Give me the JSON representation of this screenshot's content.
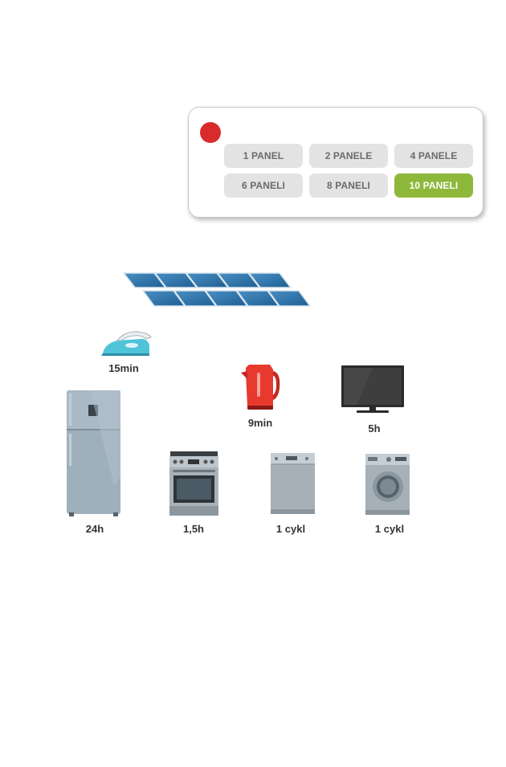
{
  "selector": {
    "buttons": [
      {
        "label": "1 PANEL",
        "active": false
      },
      {
        "label": "2 PANELE",
        "active": false
      },
      {
        "label": "4 PANELE",
        "active": false
      },
      {
        "label": "6 PANELI",
        "active": false
      },
      {
        "label": "8 PANELI",
        "active": false
      },
      {
        "label": "10 PANELI",
        "active": true
      }
    ],
    "indicator_color": "#d92b2b",
    "active_color": "#8db83a"
  },
  "appliances": {
    "iron": {
      "icon": "iron-icon",
      "label": "15min"
    },
    "kettle": {
      "icon": "kettle-icon",
      "label": "9min"
    },
    "tv": {
      "icon": "tv-icon",
      "label": "5h"
    },
    "fridge": {
      "icon": "fridge-icon",
      "label": "24h"
    },
    "oven": {
      "icon": "oven-icon",
      "label": "1,5h"
    },
    "dishwasher": {
      "icon": "dishwasher-icon",
      "label": "1 cykl"
    },
    "washer": {
      "icon": "washing-machine-icon",
      "label": "1 cykl"
    }
  },
  "solar_panels": {
    "count": 10,
    "icon": "solar-panel-icon"
  }
}
